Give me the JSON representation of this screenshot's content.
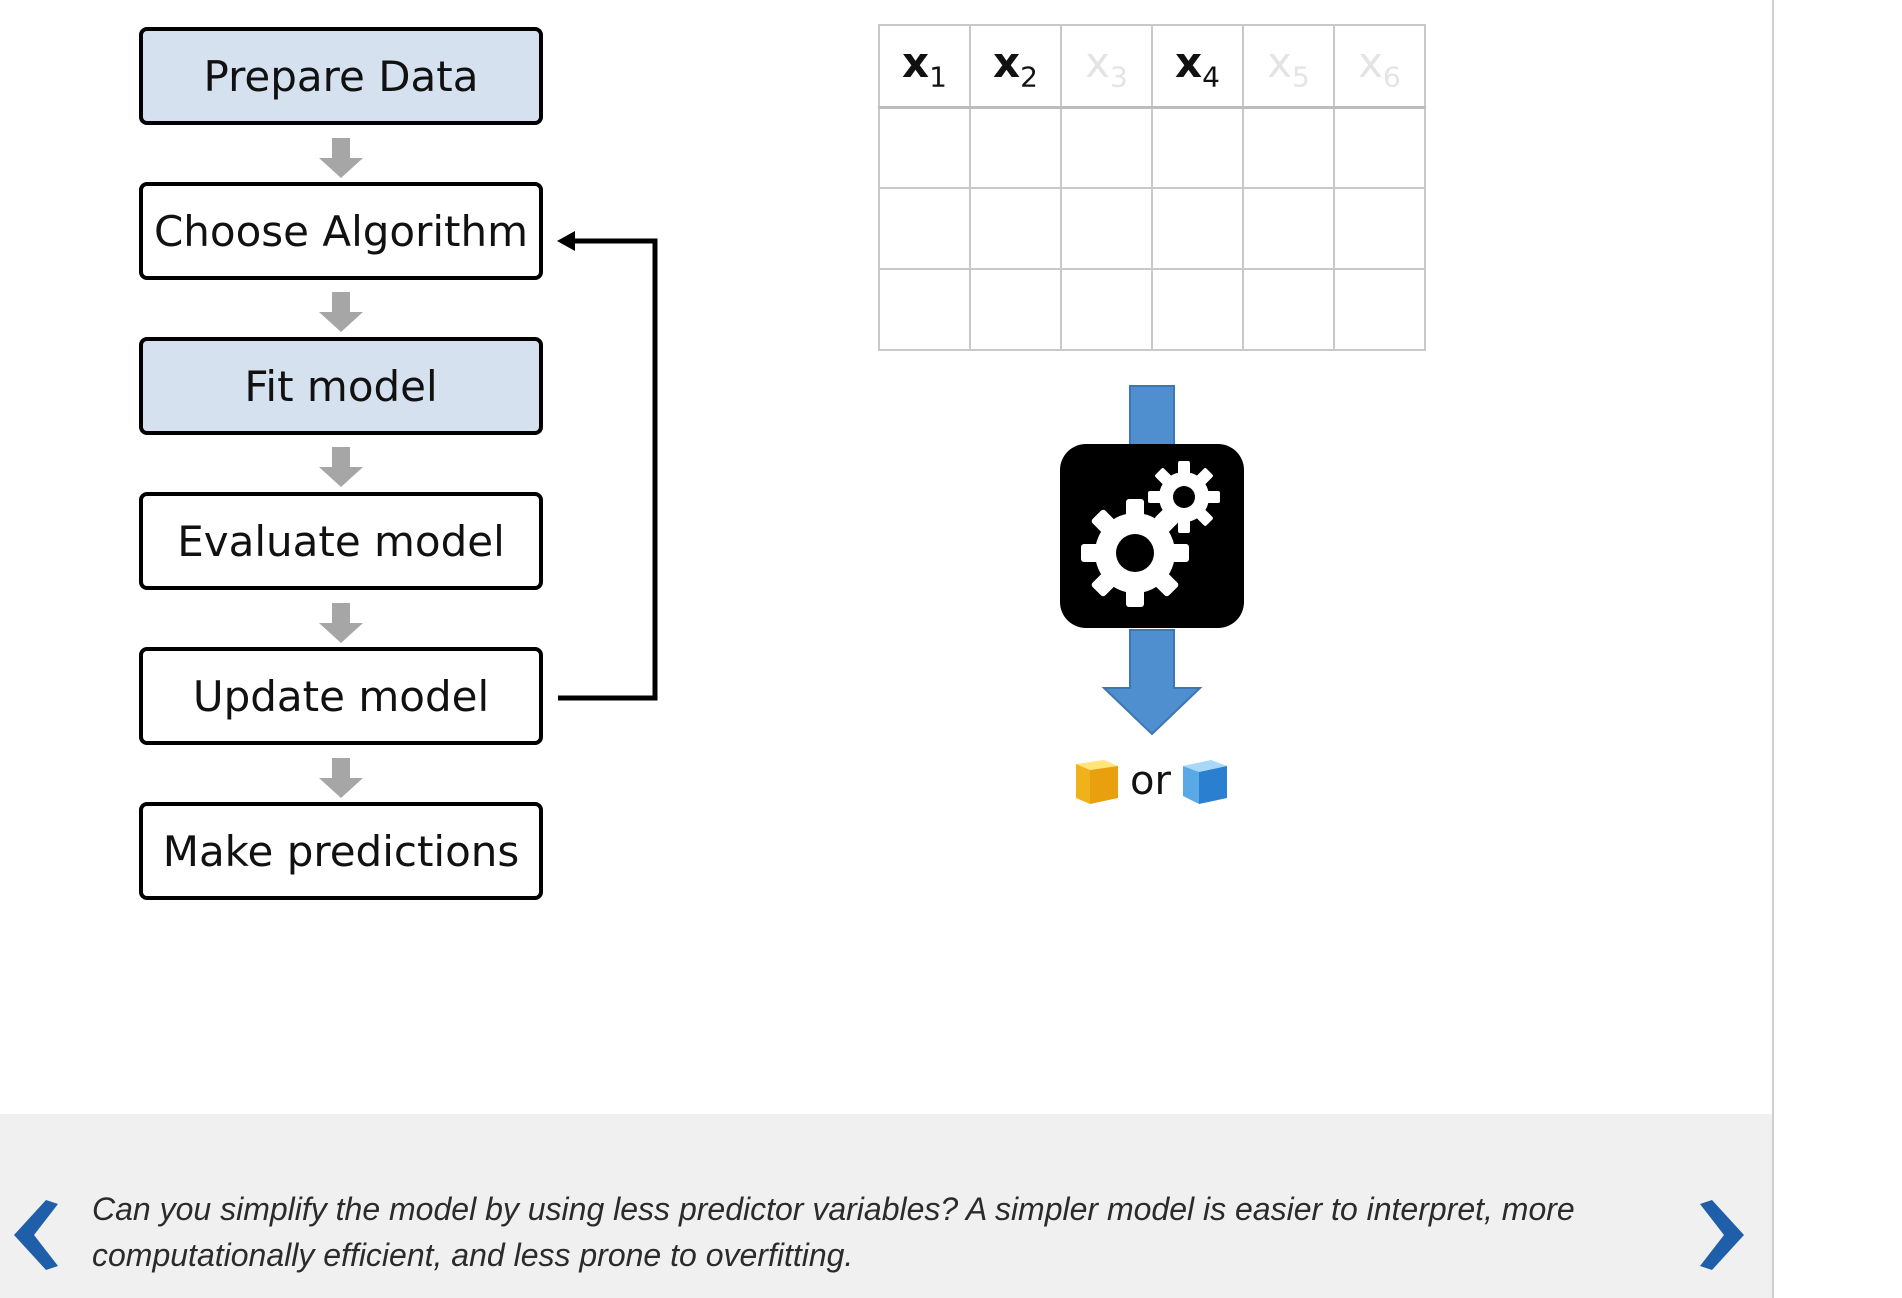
{
  "flowchart": {
    "steps": [
      {
        "label": "Prepare Data",
        "highlighted": true
      },
      {
        "label": "Choose Algorithm",
        "highlighted": false
      },
      {
        "label": "Fit model",
        "highlighted": true
      },
      {
        "label": "Evaluate model",
        "highlighted": false
      },
      {
        "label": "Update model",
        "highlighted": false
      },
      {
        "label": "Make predictions",
        "highlighted": false
      }
    ]
  },
  "feature_table": {
    "columns": [
      {
        "var": "x",
        "sub": "1",
        "selected": true
      },
      {
        "var": "x",
        "sub": "2",
        "selected": true
      },
      {
        "var": "x",
        "sub": "3",
        "selected": false
      },
      {
        "var": "x",
        "sub": "4",
        "selected": true
      },
      {
        "var": "x",
        "sub": "5",
        "selected": false
      },
      {
        "var": "x",
        "sub": "6",
        "selected": false
      }
    ],
    "empty_rows": 3
  },
  "model": {
    "icon": "gears-icon",
    "output_text": "or",
    "output_icons": [
      "yellow-cube-icon",
      "blue-cube-icon"
    ]
  },
  "footer": {
    "caption": "Can you simplify the model by using less predictor variables? A simpler model is easier to interpret, more computationally efficient, and less prone to overfitting.",
    "prev_icon": "chevron-left-icon",
    "next_icon": "chevron-right-icon"
  },
  "colors": {
    "highlight_fill": "#d6e1ef",
    "arrow_blue": "#4f8fd0",
    "nav_blue": "#1f5ea8",
    "footer_bg": "#f0f0f0"
  }
}
